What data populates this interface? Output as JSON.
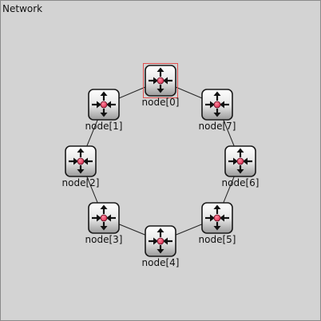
{
  "network": {
    "title": "Network",
    "selected": "node[0]",
    "nodes": [
      {
        "label": "node[0]"
      },
      {
        "label": "node[1]"
      },
      {
        "label": "node[2]"
      },
      {
        "label": "node[3]"
      },
      {
        "label": "node[4]"
      },
      {
        "label": "node[5]"
      },
      {
        "label": "node[6]"
      },
      {
        "label": "node[7]"
      }
    ],
    "links": [
      [
        "node[0]",
        "node[1]"
      ],
      [
        "node[1]",
        "node[2]"
      ],
      [
        "node[2]",
        "node[3]"
      ],
      [
        "node[3]",
        "node[4]"
      ],
      [
        "node[4]",
        "node[5]"
      ],
      [
        "node[5]",
        "node[6]"
      ],
      [
        "node[6]",
        "node[7]"
      ],
      [
        "node[7]",
        "node[0]"
      ]
    ],
    "icon": "router-icon",
    "colors": {
      "background": "#d3d3d3",
      "selection": "#e0504f",
      "link": "#222222",
      "center_dot": "#d6264a"
    }
  }
}
